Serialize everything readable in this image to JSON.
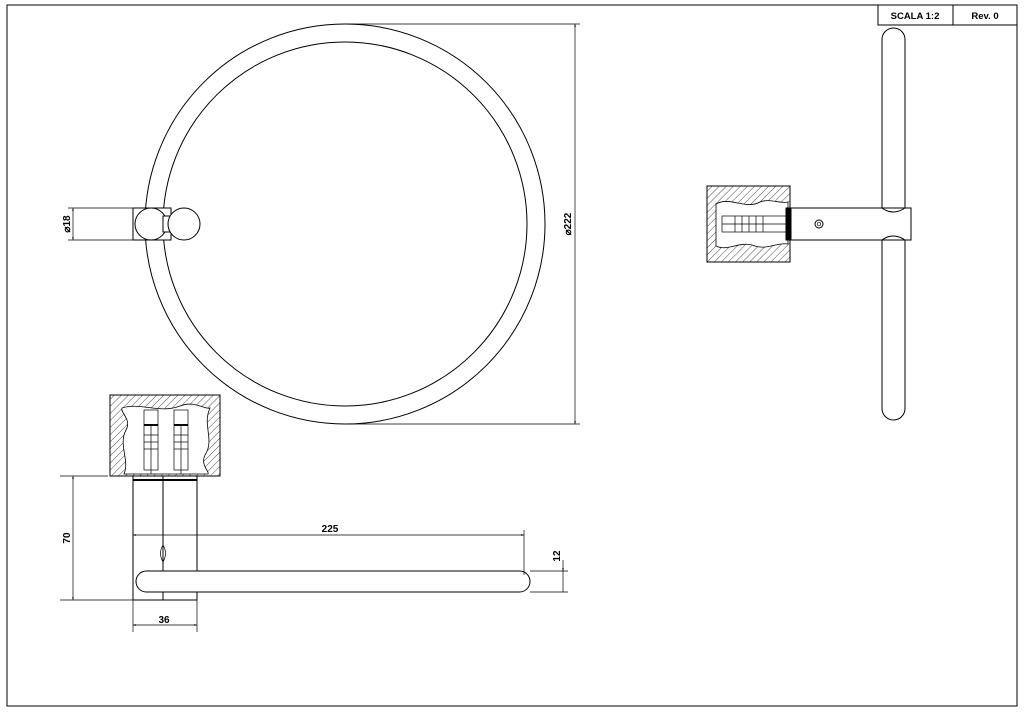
{
  "title_block": {
    "scale": "SCALA 1:2",
    "revision": "Rev. 0"
  },
  "dimensions": {
    "ball_diameter": "⌀18",
    "ring_diameter": "⌀222",
    "projection": "70",
    "arm_length": "225",
    "bar_thickness": "12",
    "base_width": "36"
  },
  "colors": {
    "line": "#000000",
    "background": "#ffffff"
  }
}
